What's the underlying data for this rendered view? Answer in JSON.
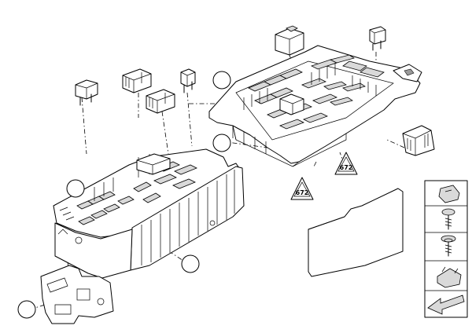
{
  "diagram": {
    "warning_label_1": "672",
    "warning_label_2": "672",
    "parts": [
      "relay",
      "blade-fuse",
      "fuse-box-upper",
      "mini-fuse",
      "relay-block",
      "relay-block",
      "mini-fuse",
      "fuse-box-lower",
      "mounting-bracket",
      "cover-clip",
      "warning-label",
      "warning-label",
      "insulating-pad"
    ],
    "sidebar_parts": [
      "clip-nut",
      "screw",
      "bolt-with-washer",
      "cable-clip",
      "arrow-direction"
    ],
    "colors": {
      "line": "#000000",
      "background": "#ffffff",
      "shade": "#d9d9d9"
    }
  }
}
